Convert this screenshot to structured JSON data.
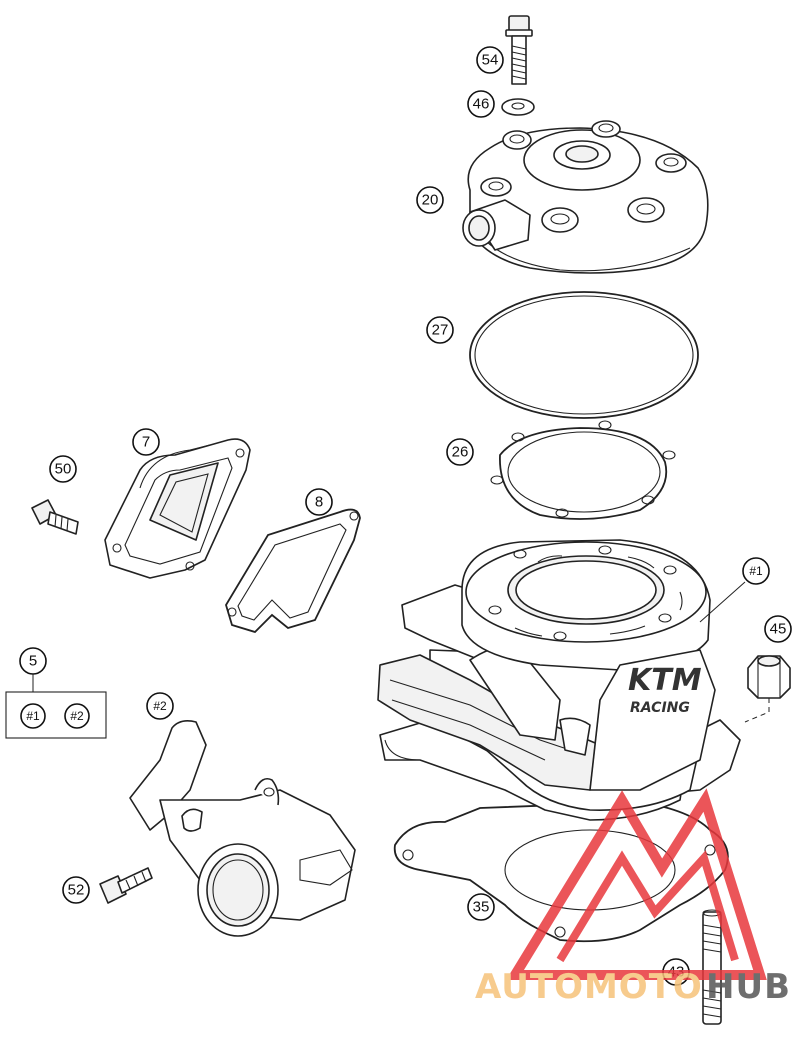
{
  "callouts": {
    "c54": "54",
    "c46": "46",
    "c20": "20",
    "c27": "27",
    "c26": "26",
    "c7": "7",
    "c8": "8",
    "c50": "50",
    "c1": "#1",
    "c45": "45",
    "c5": "5",
    "c5a": "#1",
    "c5b": "#2",
    "c2": "#2",
    "c52": "52",
    "c35": "35",
    "c43": "43"
  },
  "cylinder_logo": {
    "brand": "KTM",
    "sub": "RACING"
  },
  "watermark": {
    "auto": "AUTOMOTO",
    "hub": "HUB",
    "colors": {
      "logo": "#e8383d",
      "auto": "#f6c37a",
      "hub": "#555555"
    }
  }
}
